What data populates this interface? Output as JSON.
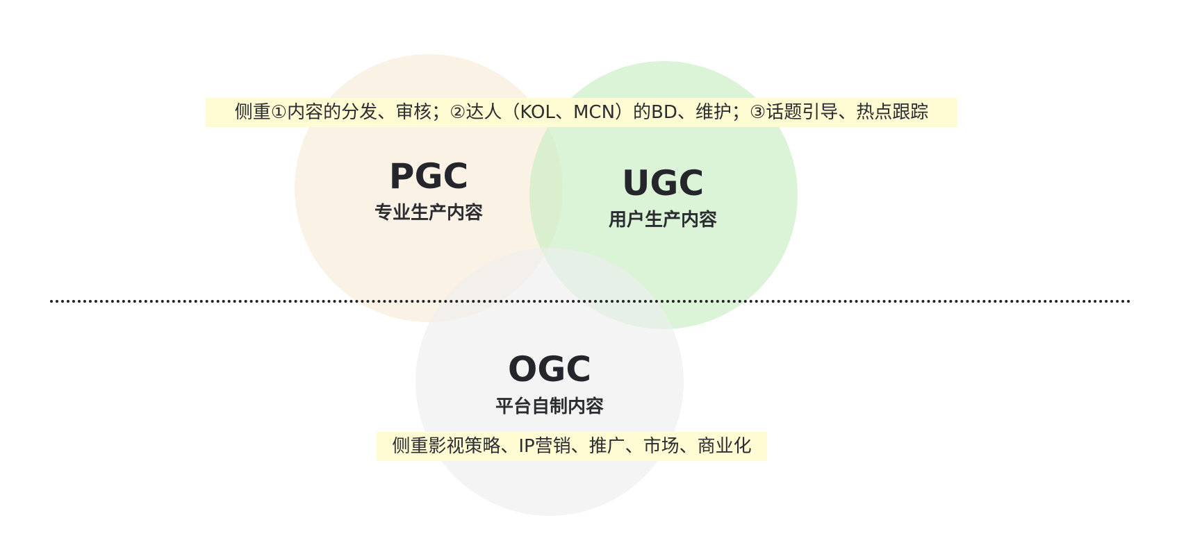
{
  "colors": {
    "pgc_circle": "#f9ebd8",
    "ugc_circle": "#c8ecc2",
    "ogc_circle": "#eeeeee",
    "highlight": "#fffbd3",
    "divider": "#222222",
    "text": "#24262b"
  },
  "nodes": {
    "pgc": {
      "title": "PGC",
      "subtitle": "专业生产内容"
    },
    "ugc": {
      "title": "UGC",
      "subtitle": "用户生产内容"
    },
    "ogc": {
      "title": "OGC",
      "subtitle": "平台自制内容"
    }
  },
  "notes": {
    "top": "侧重①内容的分发、审核；②达人（KOL、MCN）的BD、维护；③话题引导、热点跟踪",
    "bottom": "侧重影视策略、IP营销、推广、市场、商业化"
  }
}
